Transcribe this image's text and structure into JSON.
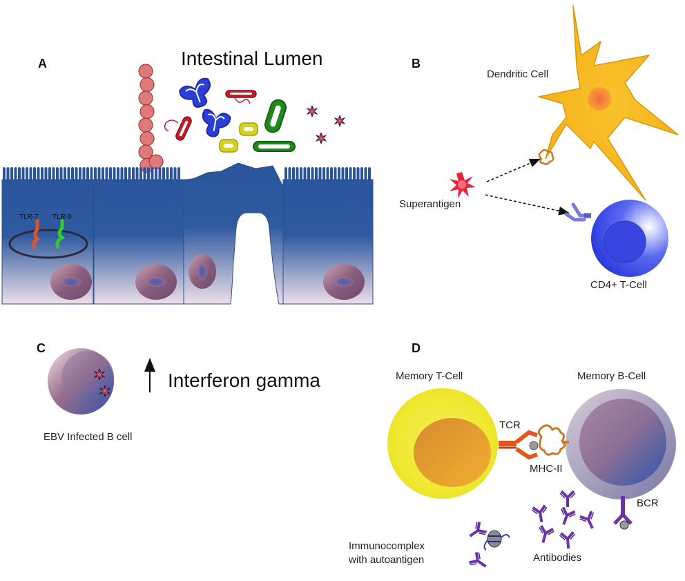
{
  "panels": {
    "a": {
      "letter": "A",
      "title": "Intestinal Lumen",
      "tlr7": "TLR-7",
      "tlr9": "TLR-9"
    },
    "b": {
      "letter": "B",
      "dendritic": "Dendritic Cell",
      "superantigen": "Superantigen",
      "cd4": "CD4+ T-Cell"
    },
    "c": {
      "letter": "C",
      "interferon": "Interferon gamma",
      "ebv": "EBV Infected B cell"
    },
    "d": {
      "letter": "D",
      "memory_t": "Memory T-Cell",
      "memory_b": "Memory B-Cell",
      "tcr": "TCR",
      "mhc": "MHC-II",
      "bcr": "BCR",
      "immunocomplex_line1": "Immunocomplex",
      "immunocomplex_line2": "with autoantigen",
      "antibodies": "Antibodies"
    }
  },
  "colors": {
    "epithelium_blue": "#2f5aa0",
    "epithelium_pink": "#ecdde6",
    "dendritic": "#f7b821",
    "t_cell_blue": "#2c3ee0",
    "memory_t_yellow": "#ece428",
    "memory_b_grey": "#9893b6",
    "antibody_purple": "#6a34a8",
    "tcr_orange": "#e3561c",
    "mhc_brown": "#c97a1e"
  }
}
